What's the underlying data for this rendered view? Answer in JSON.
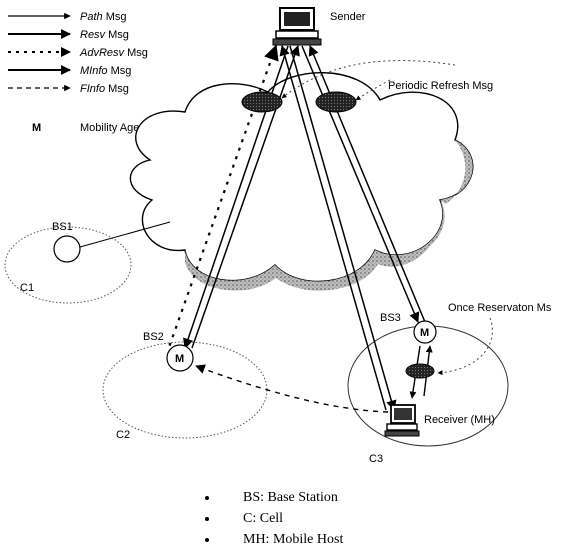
{
  "legend": {
    "items": [
      {
        "name": "Path",
        "suffix": " Msg",
        "style": "solid-thin"
      },
      {
        "name": "Resv",
        "suffix": " Msg",
        "style": "solid-thick"
      },
      {
        "name": "AdvResv",
        "suffix": " Msg",
        "style": "dotted"
      },
      {
        "name": "MInfo",
        "suffix": " Msg",
        "style": "solid-thick"
      },
      {
        "name": "FInfo",
        "suffix": " Msg",
        "style": "dashed"
      }
    ],
    "agent_symbol": "M",
    "agent_label": "Mobility Agent"
  },
  "labels": {
    "sender": "Sender",
    "periodic_refresh": "Periodic Refresh Msg",
    "once_reservation": "Once Reservaton Ms",
    "bs1": "BS1",
    "bs2": "BS2",
    "bs3": "BS3",
    "c1": "C1",
    "c2": "C2",
    "c3": "C3",
    "receiver": "Receiver (MH)",
    "m_bs2": "M",
    "m_bs3": "M"
  },
  "notes": [
    "BS: Base Station",
    "C: Cell",
    "MH: Mobile Host"
  ]
}
